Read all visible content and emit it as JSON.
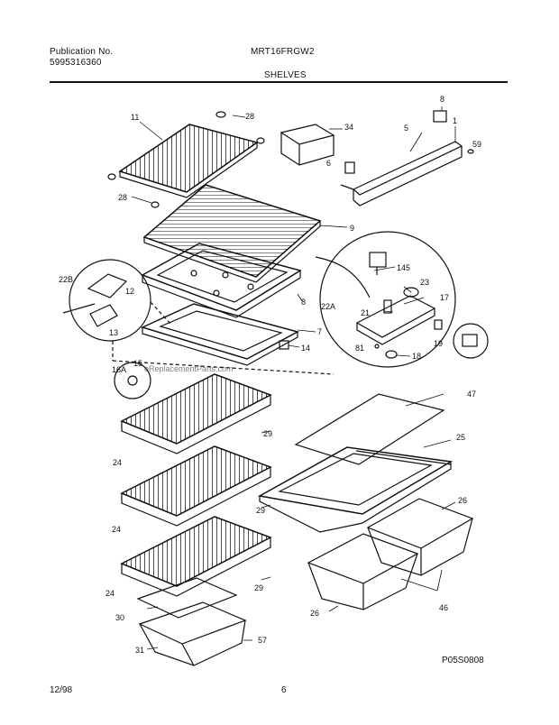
{
  "header": {
    "publication_label": "Publication No.",
    "publication_number": "5995316360",
    "model": "MRT16FRGW2",
    "section": "SHELVES"
  },
  "watermark": "eReplacementParts.com",
  "diagram_code": "P05S0808",
  "footer": {
    "date": "12/98",
    "page": "6"
  },
  "callouts": [
    "11",
    "28",
    "34",
    "8",
    "5",
    "1",
    "59",
    "6",
    "28",
    "9",
    "22B",
    "12",
    "145",
    "23",
    "22A",
    "8",
    "17",
    "21",
    "13",
    "7",
    "14",
    "81",
    "19",
    "18",
    "15",
    "16A",
    "47",
    "29",
    "25",
    "24",
    "26",
    "29",
    "24",
    "29",
    "24",
    "30",
    "26",
    "46",
    "31",
    "57"
  ]
}
